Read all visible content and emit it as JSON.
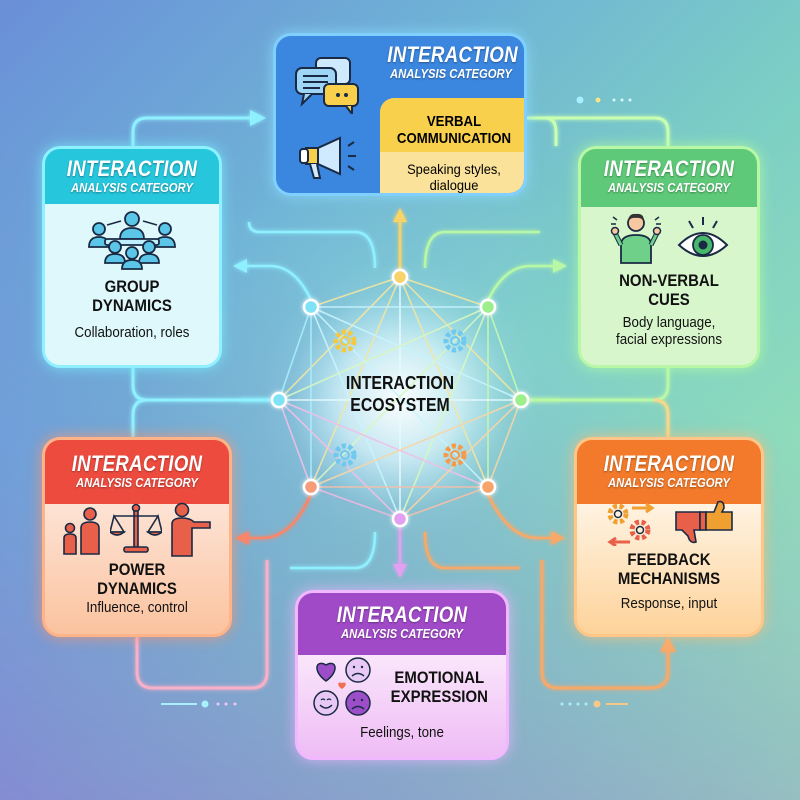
{
  "diagram": {
    "center": {
      "line1": "INTERACTION",
      "line2": "ECOSYSTEM"
    },
    "category_header": {
      "line1": "INTERACTION",
      "line2": "ANALYSIS CATEGORY"
    },
    "cards": [
      {
        "id": "verbal",
        "position": "top",
        "header1": "INTERACTION",
        "header2": "ANALYSIS CATEGORY",
        "title1": "VERBAL",
        "title2": "COMMUNICATION",
        "desc1": "Speaking styles,",
        "desc2": "dialogue",
        "icons": [
          "speech-bubbles-icon",
          "megaphone-icon"
        ],
        "color": "#3b86de",
        "accent": "#f9d04c"
      },
      {
        "id": "group",
        "position": "top-left",
        "header1": "INTERACTION",
        "header2": "ANALYSIS CATEGORY",
        "title1": "GROUP",
        "title2": "DYNAMICS",
        "desc1": "Collaboration, roles",
        "icons": [
          "group-meeting-icon"
        ],
        "color": "#26c6dc"
      },
      {
        "id": "nonverbal",
        "position": "top-right",
        "header1": "INTERACTION",
        "header2": "ANALYSIS CATEGORY",
        "title1": "NON-VERBAL",
        "title2": "CUES",
        "desc1": "Body language,",
        "desc2": "facial expressions",
        "icons": [
          "gesturing-person-icon",
          "eye-icon"
        ],
        "color": "#5ec978"
      },
      {
        "id": "power",
        "position": "bottom-left",
        "header1": "INTERACTION",
        "header2": "ANALYSIS CATEGORY",
        "title1": "POWER",
        "title2": "DYNAMICS",
        "desc1": "Influence, control",
        "icons": [
          "people-icon",
          "scales-icon",
          "pointing-person-icon"
        ],
        "color": "#ee4b3f"
      },
      {
        "id": "feedback",
        "position": "bottom-right",
        "header1": "INTERACTION",
        "header2": "ANALYSIS CATEGORY",
        "title1": "FEEDBACK",
        "title2": "MECHANISMS",
        "desc1": "Response, input",
        "icons": [
          "gears-arrows-icon",
          "thumbs-up-down-icon"
        ],
        "color": "#f27a2a"
      },
      {
        "id": "emotional",
        "position": "bottom",
        "header1": "INTERACTION",
        "header2": "ANALYSIS CATEGORY",
        "title1": "EMOTIONAL",
        "title2": "EXPRESSION",
        "desc1": "Feelings, tone",
        "icons": [
          "emotion-faces-icon"
        ],
        "color": "#a04ac8"
      }
    ],
    "node_colors": {
      "top": "#f7d36a",
      "top_left": "#7fe3f5",
      "top_right": "#9cef8a",
      "left": "#7fe3f5",
      "right": "#9cef8a",
      "bottom_left": "#f79c7a",
      "bottom_right": "#f7a46a",
      "bottom": "#e2a0f0"
    }
  }
}
